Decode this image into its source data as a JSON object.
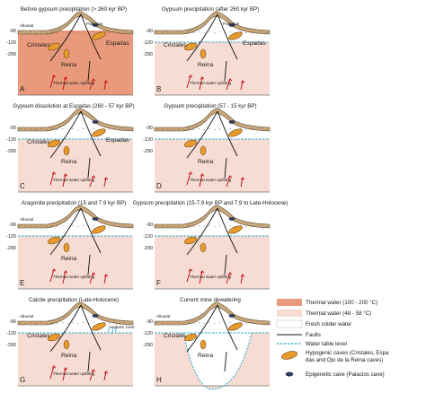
{
  "panels": [
    {
      "letter": "A",
      "title": "Before gypsum precipitation (> 260 kyr BP)",
      "water": "hot",
      "labels": {
        "alluvial": "Alluvial",
        "palacios": "Palacios",
        "cristales": "Cristales",
        "espadas": "Espadas",
        "reina": "Reina",
        "thermal": "Thermal water uplifting"
      }
    },
    {
      "letter": "B",
      "title": "Gypsum precipitation (after 260 kyr BP)",
      "water": "warm",
      "labels": {
        "alluvial": "",
        "palacios": "Palacios",
        "cristales": "Cristales",
        "espadas": "Espadas",
        "reina": "Reina",
        "thermal": "Thermal water uplifting"
      }
    },
    {
      "letter": "C",
      "title": "Gypsum dissolution at Espadas (260 - 57 kyr BP)",
      "water": "warm",
      "labels": {
        "alluvial": "",
        "palacios": "",
        "cristales": "Cristales",
        "espadas": "Espadas",
        "reina": "Reina",
        "thermal": "Thermal water uplifting"
      }
    },
    {
      "letter": "D",
      "title": "Gypsum precipitation (57 - 15 kyr BP)",
      "water": "warm",
      "labels": {
        "alluvial": "",
        "palacios": "",
        "cristales": "",
        "espadas": "",
        "reina": "Reina",
        "thermal": "Thermal water uplifting"
      }
    },
    {
      "letter": "E",
      "title": "Aragonite precipitation (15 and 7.9 kyr BP)",
      "water": "warm",
      "labels": {
        "alluvial": "Alluvial",
        "palacios": "",
        "cristales": "",
        "espadas": "",
        "reina": "Reina",
        "thermal": "Thermal water uplifting"
      }
    },
    {
      "letter": "F",
      "title": "Gypsum precipitation (15-7.9 kyr BP and 7.9 to Late-Holocene)",
      "water": "warm",
      "labels": {
        "alluvial": "",
        "palacios": "",
        "cristales": "",
        "espadas": "",
        "reina": "",
        "thermal": "Thermal water uplifting"
      }
    },
    {
      "letter": "G",
      "title": "Calcite precipitation (Late-Holocene)",
      "water": "warm",
      "labels": {
        "alluvial": "Alluvial",
        "palacios": "",
        "cristales": "Cristales",
        "espadas": "",
        "reina": "Reina",
        "thermal": "Thermal water uplifting",
        "vadose": "Vadose zone"
      }
    },
    {
      "letter": "H",
      "title": "Current mine dewatering",
      "water": "fresh",
      "labels": {
        "alluvial": "Alluvial",
        "palacios": "",
        "cristales": "Cristales",
        "espadas": "",
        "reina": "Reina",
        "thermal": ""
      }
    }
  ],
  "depths": [
    "-90",
    "-120",
    "-290"
  ],
  "legend": {
    "items": [
      {
        "text": "Thermal water (100 - 200 °C)",
        "kind": "hot"
      },
      {
        "text": "Thermal water (48 - 58 °C)",
        "kind": "warm"
      },
      {
        "text": "Fresh colder water",
        "kind": "fresh"
      },
      {
        "text": "Faults",
        "kind": "fault"
      },
      {
        "text": "Water table level",
        "kind": "watertable"
      },
      {
        "text": "Hypogenic caves (Cristales, Espadas and Ojo de la Reina caves)",
        "kind": "hypo"
      },
      {
        "text": "Epigenetic cave (Palacios cave)",
        "kind": "epi"
      }
    ]
  },
  "colors": {
    "hot": "#e99a7c",
    "warm": "#f6dcd3",
    "fresh": "#ffffff",
    "alluvial": "#c9a77a",
    "cave": "#e79a2b",
    "watertable": "#2aa6c9"
  }
}
